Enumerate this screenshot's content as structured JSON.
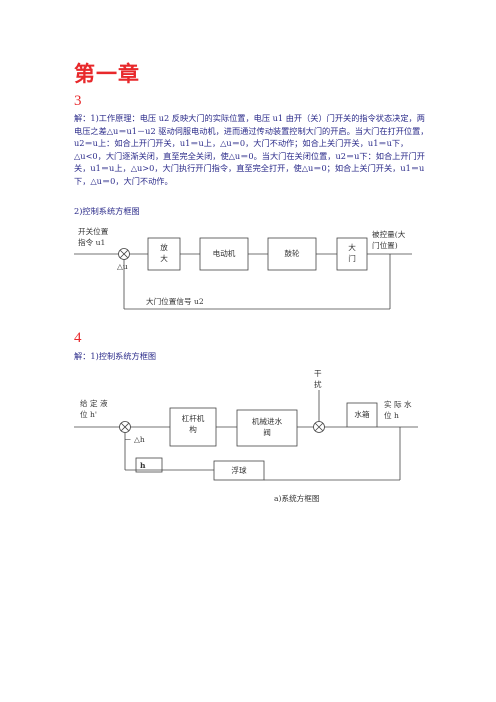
{
  "chapter_title": "第一章",
  "problem3": {
    "number": "3",
    "paragraph": "解：1)工作原理：电压 u2 反映大门的实际位置，电压 u1 由开（关）门开关的指令状态决定，两电压之差△u＝u1－u2 驱动伺服电动机，进而通过传动装置控制大门的开启。当大门在打开位置，u2＝u上：如合上开门开关，u1＝u上，△u＝0，大门不动作；如合上关门开关，u1＝u下，△u<0，大门逐渐关闭，直至完全关闭，使△u＝0。当大门在关闭位置，u2＝u下：如合上开门开关，u1＝u上，△u>0，大门执行开门指令，直至完全打开，使△u＝0；如合上关门开关，u1＝u下，△u＝0，大门不动作。",
    "subheading": "2)控制系统方框图",
    "diagram": {
      "input_label_line1": "开关位置",
      "input_label_line2": "指令 u1",
      "delta_label": "△u",
      "block1_line1": "放",
      "block1_line2": "大",
      "block2": "电动机",
      "block3": "鼓轮",
      "block4_line1": "大",
      "block4_line2": "门",
      "output_label_line1": "被控量(大",
      "output_label_line2": "门位置)",
      "feedback_label": "大门位置信号 u2"
    }
  },
  "problem4": {
    "number": "4",
    "subheading": "解：1)控制系统方框图",
    "diagram": {
      "input_label_line1": "给 定 液",
      "input_label_line2": "位 h'",
      "disturbance_line1": "干",
      "disturbance_line2": "扰",
      "delta_label": "－ △h",
      "block1_line1": "杠杆机",
      "block1_line2": "构",
      "block2_line1": "机械进水",
      "block2_line2": "阀",
      "block3": "水箱",
      "output_label_line1": "实 际 水",
      "output_label_line2": "位 h",
      "feedback_block": "浮球",
      "h_box": "h",
      "caption": "a)系统方框图"
    }
  }
}
